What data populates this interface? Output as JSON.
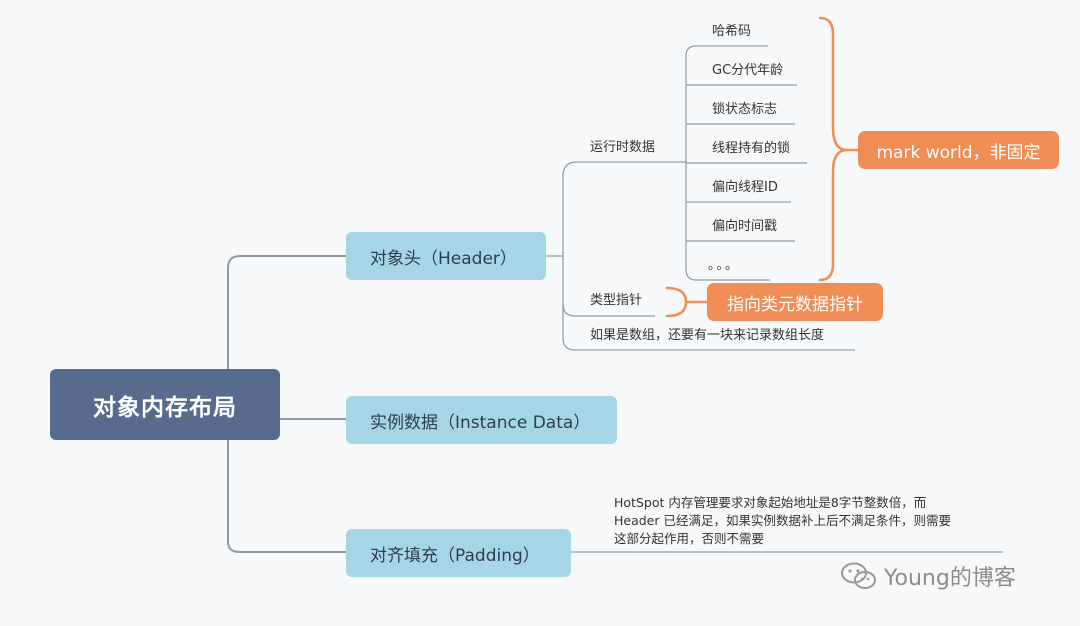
{
  "root": {
    "label": "对象内存布局"
  },
  "header_branch": {
    "label": "对象头（Header）",
    "runtime_data": {
      "label": "运行时数据",
      "items": [
        "哈希码",
        "GC分代年龄",
        "锁状态标志",
        "线程持有的锁",
        "偏向线程ID",
        "偏向时间戳",
        "。。。"
      ]
    },
    "type_pointer": {
      "label": "类型指针"
    },
    "array_note": "如果是数组，还要有一块来记录数组长度"
  },
  "instance_branch": {
    "label": "实例数据（Instance Data）"
  },
  "padding_branch": {
    "label": "对齐填充（Padding）",
    "note_lines": [
      "HotSpot 内存管理要求对象起始地址是8字节整数倍，而",
      "Header 已经满足，如果实例数据补上后不满足条件，则需要",
      "这部分起作用，否则不需要"
    ]
  },
  "callouts": {
    "mark_word": "mark world，非固定",
    "type_pointer": "指向类元数据指针"
  },
  "watermark": {
    "text": "Young的博客",
    "icon": "wechat-icon"
  },
  "colors": {
    "root_fill": "#566b8e",
    "branch_fill": "#a6d6e6",
    "callout_fill": "#f08c55",
    "connector": "#8f9aa6",
    "background": "#f7f8f9"
  }
}
